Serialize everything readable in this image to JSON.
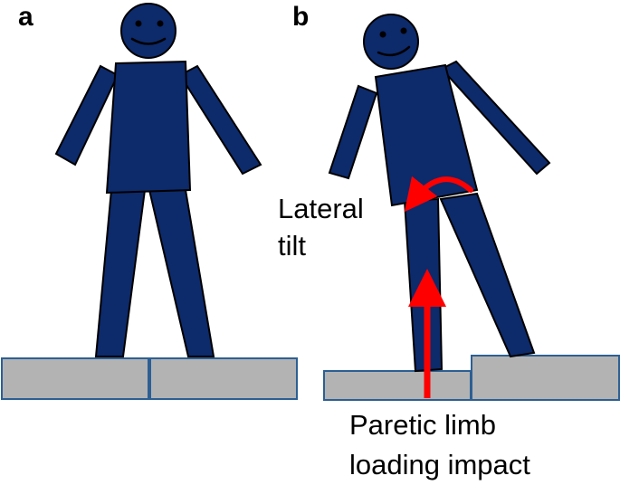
{
  "panels": [
    {
      "label": "a"
    },
    {
      "label": "b"
    }
  ],
  "annotations": {
    "tilt_line1": "Lateral",
    "tilt_line2": "tilt",
    "impact_line1": "Paretic limb",
    "impact_line2": "loading impact"
  },
  "colors": {
    "figure": "#0d2a6b",
    "block": "#b3b3b3",
    "arrow": "#ff0000"
  }
}
